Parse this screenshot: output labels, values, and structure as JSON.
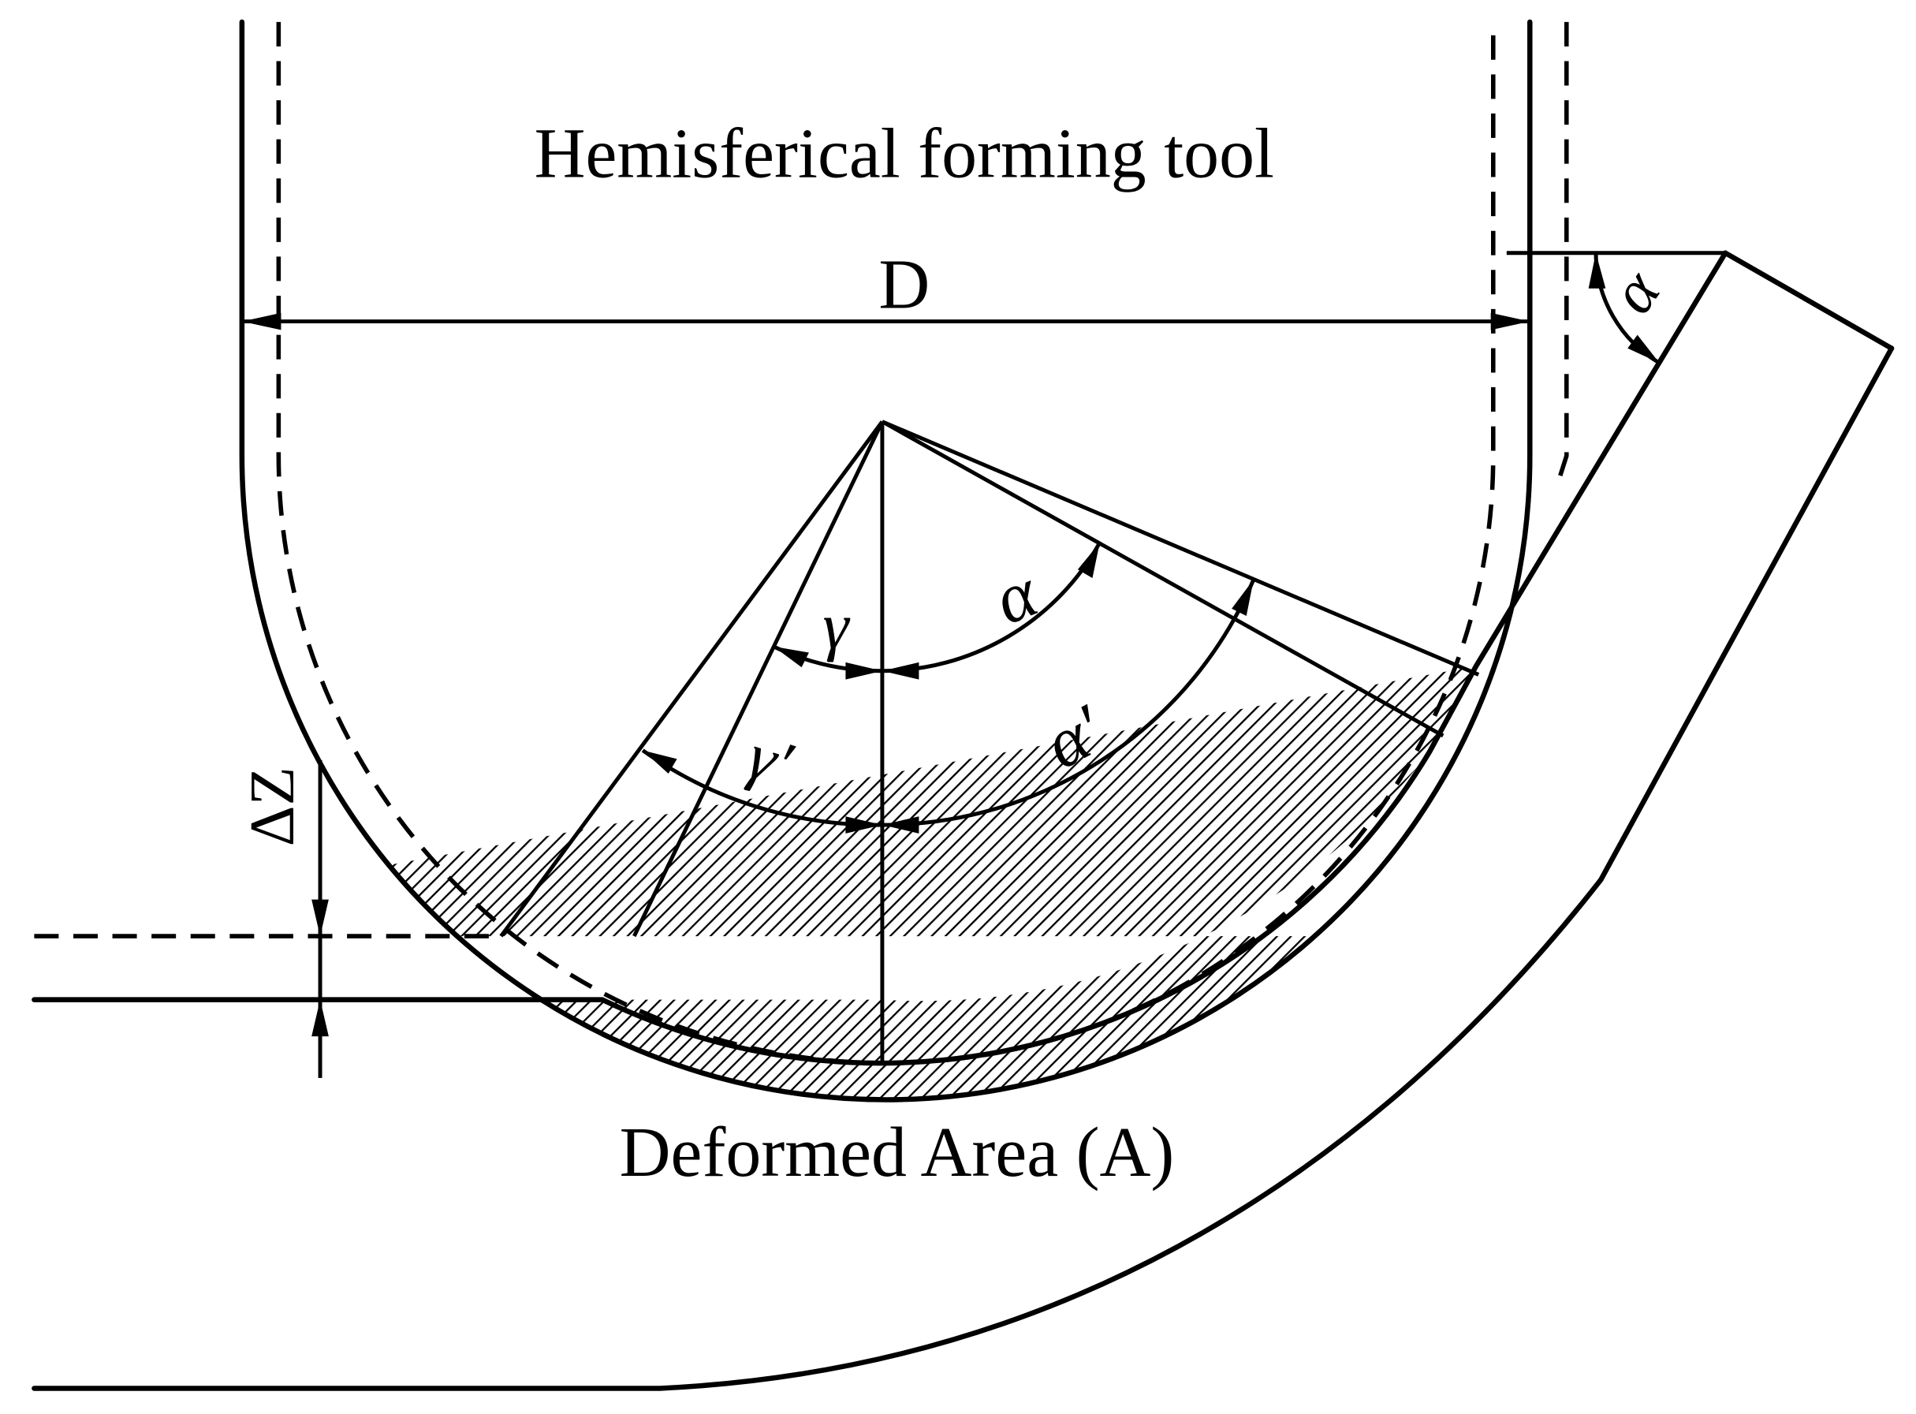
{
  "labels": {
    "tool_title": "Hemisferical forming tool",
    "diameter": "D",
    "alpha_top": "α",
    "alpha": "α",
    "alpha_prime": "α′",
    "gamma": "γ",
    "gamma_prime": "γ′",
    "delta_z": "ΔZ",
    "deformed_area": "Deformed Area (A)"
  },
  "colors": {
    "ink": "#000000",
    "background": "#ffffff"
  }
}
